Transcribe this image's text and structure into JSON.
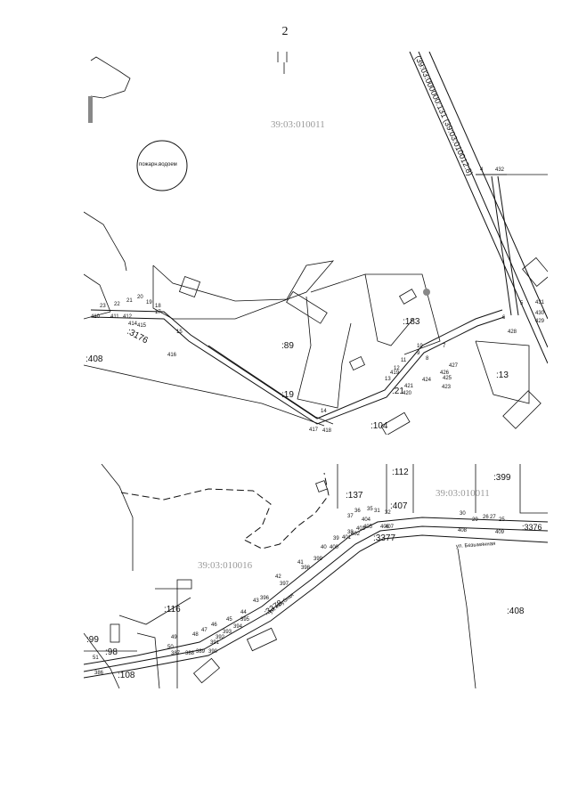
{
  "page": {
    "number": "2"
  },
  "map1": {
    "cadastral_block": "39:03:010011",
    "road_label": "(39:03:000000:131 (39:03:010012:8)",
    "tank_label": "пожарн.водоем",
    "parcels": [
      ":408",
      ":89",
      ":183",
      ":19",
      ":21",
      ":104",
      ":13"
    ],
    "parcel_3176": ":3176",
    "point_labels": [
      "410",
      "411",
      "412",
      "414",
      "415",
      "416",
      "417",
      "418",
      "419",
      "420",
      "421",
      "423",
      "424",
      "425",
      "426",
      "427",
      "428",
      "429",
      "430",
      "431",
      "432",
      "4",
      "5",
      "6",
      "7",
      "8",
      "9",
      "10",
      "11",
      "12",
      "13",
      "14",
      "15",
      "17",
      "18",
      "19",
      "20",
      "21",
      "22",
      "23"
    ]
  },
  "map2": {
    "cadastral_block_left": "39:03:010016",
    "cadastral_block_right": "39:03:010011",
    "parcels": [
      ":112",
      ":137",
      ":399",
      ":407",
      ":3377",
      ":116",
      ":99",
      ":98",
      ":108",
      ":408"
    ],
    "parcel_3376": ":3376",
    "parcel_3378": ":3378",
    "street_1": "ул. Безымянная",
    "street_2": "ул. Клубная",
    "point_labels": [
      "25",
      "26",
      "27",
      "29",
      "30",
      "31",
      "32",
      "35",
      "36",
      "37",
      "38",
      "39",
      "40",
      "41",
      "42",
      "43",
      "44",
      "45",
      "46",
      "47",
      "48",
      "49",
      "50",
      "51",
      "386",
      "387",
      "388",
      "389",
      "390",
      "391",
      "392",
      "393",
      "394",
      "395",
      "396",
      "397",
      "398",
      "399",
      "400",
      "401",
      "402",
      "403",
      "404",
      "405",
      "406",
      "407",
      "408",
      "409"
    ]
  }
}
